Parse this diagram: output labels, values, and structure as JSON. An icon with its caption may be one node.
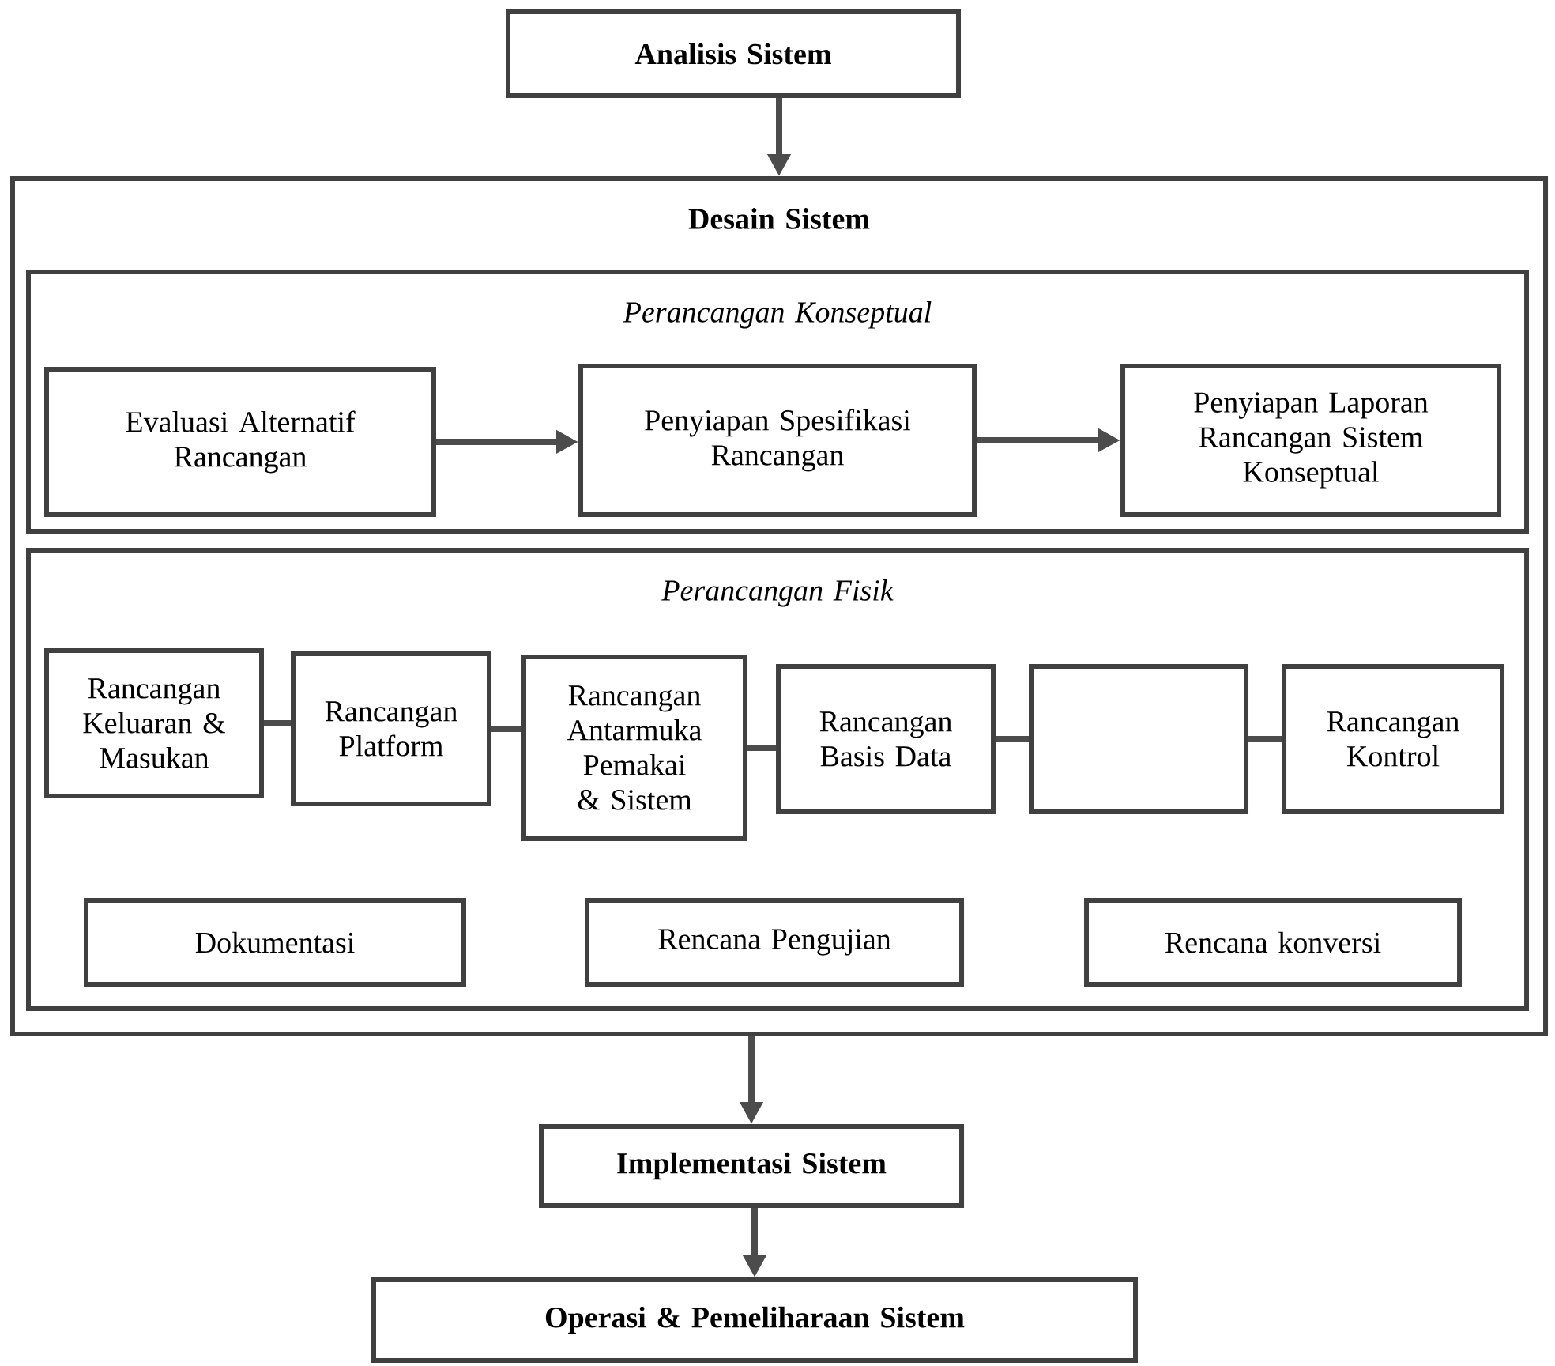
{
  "diagram": {
    "nodes": [
      {
        "text": [
          "Analisis Sistem"
        ]
      },
      {
        "text": [
          "Desain Sistem"
        ]
      },
      {
        "text": [
          "Perancangan Konseptual"
        ],
        "in": 1
      },
      {
        "text": [
          "Evaluasi Alternatif Rancangan"
        ],
        "in": 2
      },
      {
        "text": [
          "Penyiapan Spesifikasi Rancangan"
        ],
        "in": 2
      },
      {
        "text": [
          "Penyiapan Laporan Rancangan Sistem Konseptual"
        ],
        "in": 2
      },
      {
        "text": [
          "Perancangan Fisik"
        ],
        "in": 1
      },
      {
        "text": [
          "Rancangan Keluaran & Masukan"
        ],
        "in": 6
      },
      {
        "text": [
          "Rancangan Platform"
        ],
        "in": 6
      },
      {
        "text": [
          "Rancangan Antarmuka Pemakai & Sistem"
        ],
        "in": 6
      },
      {
        "text": [
          "Rancangan Basis Data"
        ],
        "in": 6
      },
      {
        "text": [],
        "shape": "box",
        "in": 6
      },
      {
        "text": [
          "Rancangan Kontrol"
        ],
        "in": 6
      },
      {
        "text": [
          "Dokumentasi"
        ],
        "in": 6
      },
      {
        "text": [
          "Rencana Pengujian"
        ],
        "in": 6
      },
      {
        "text": [
          "Rencana konversi"
        ],
        "in": 6
      },
      {
        "text": [
          "Implementasi Sistem"
        ]
      },
      {
        "text": [
          "Operasi & Pemeliharaan Sistem"
        ]
      }
    ],
    "edges": [
      {
        "from": 0,
        "to": 1,
        "arrow": "to"
      },
      {
        "from": 3,
        "to": 4,
        "arrow": "to"
      },
      {
        "from": 4,
        "to": 5,
        "arrow": "to"
      },
      {
        "from": 7,
        "to": 8,
        "arrow": "none"
      },
      {
        "from": 8,
        "to": 9,
        "arrow": "none"
      },
      {
        "from": 9,
        "to": 10,
        "arrow": "none"
      },
      {
        "from": 10,
        "to": 11,
        "arrow": "none"
      },
      {
        "from": 11,
        "to": 12,
        "arrow": "none"
      },
      {
        "from": 1,
        "to": 16,
        "arrow": "to"
      },
      {
        "from": 16,
        "to": 17,
        "arrow": "to"
      }
    ]
  }
}
